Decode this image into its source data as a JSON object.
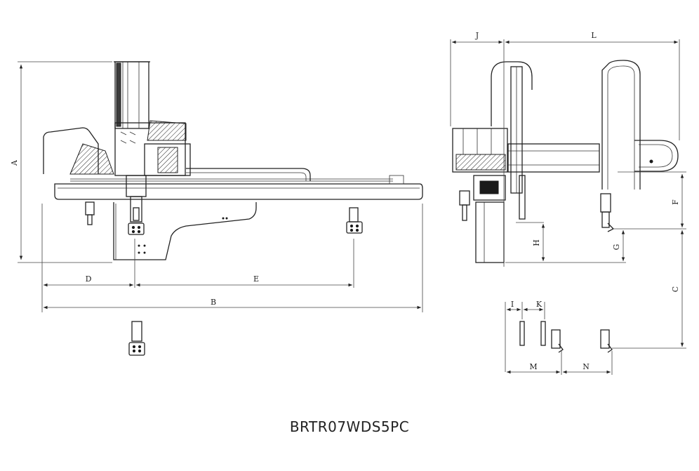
{
  "title": "BRTR07WDS5PC",
  "dimension_labels": {
    "A": "A",
    "B": "B",
    "C": "C",
    "D": "D",
    "E": "E",
    "F": "F",
    "G": "G",
    "H": "H",
    "I": "I",
    "J": "J",
    "K": "K",
    "L": "L",
    "M": "M",
    "N": "N"
  }
}
